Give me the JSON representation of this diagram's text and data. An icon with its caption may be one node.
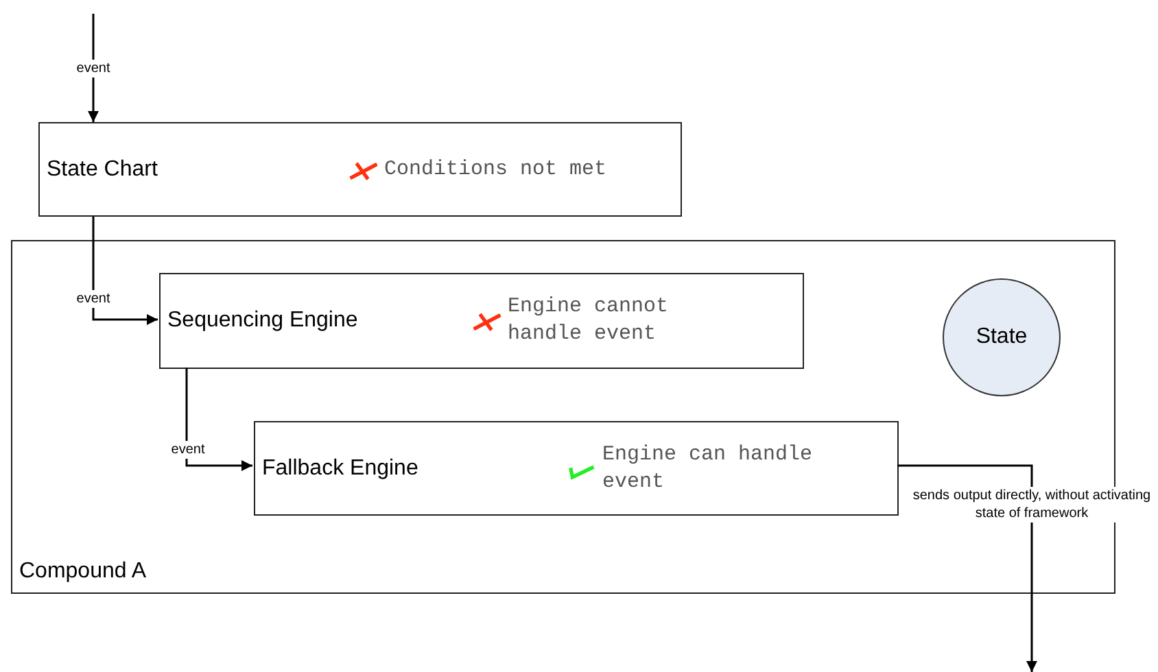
{
  "diagram": {
    "nodes": [
      {
        "text": [
          "State Chart",
          "Conditions not met"
        ]
      },
      {
        "text": [
          "Compound A"
        ]
      },
      {
        "text": [
          "Sequencing Engine",
          "Engine cannot handle event"
        ],
        "in": 1
      },
      {
        "text": [
          "Fallback Engine",
          "Engine can handle event"
        ],
        "in": 1
      },
      {
        "text": [
          "State"
        ],
        "in": 1
      }
    ],
    "edges": [
      {
        "from": null,
        "to": 0,
        "arrow": "to",
        "label": "event"
      },
      {
        "from": 0,
        "to": 2,
        "arrow": "to",
        "label": "event"
      },
      {
        "from": 2,
        "to": 3,
        "arrow": "to",
        "label": "event"
      },
      {
        "from": 3,
        "to": null,
        "arrow": "to",
        "label": "sends output directly, without activating state of framework"
      }
    ]
  }
}
